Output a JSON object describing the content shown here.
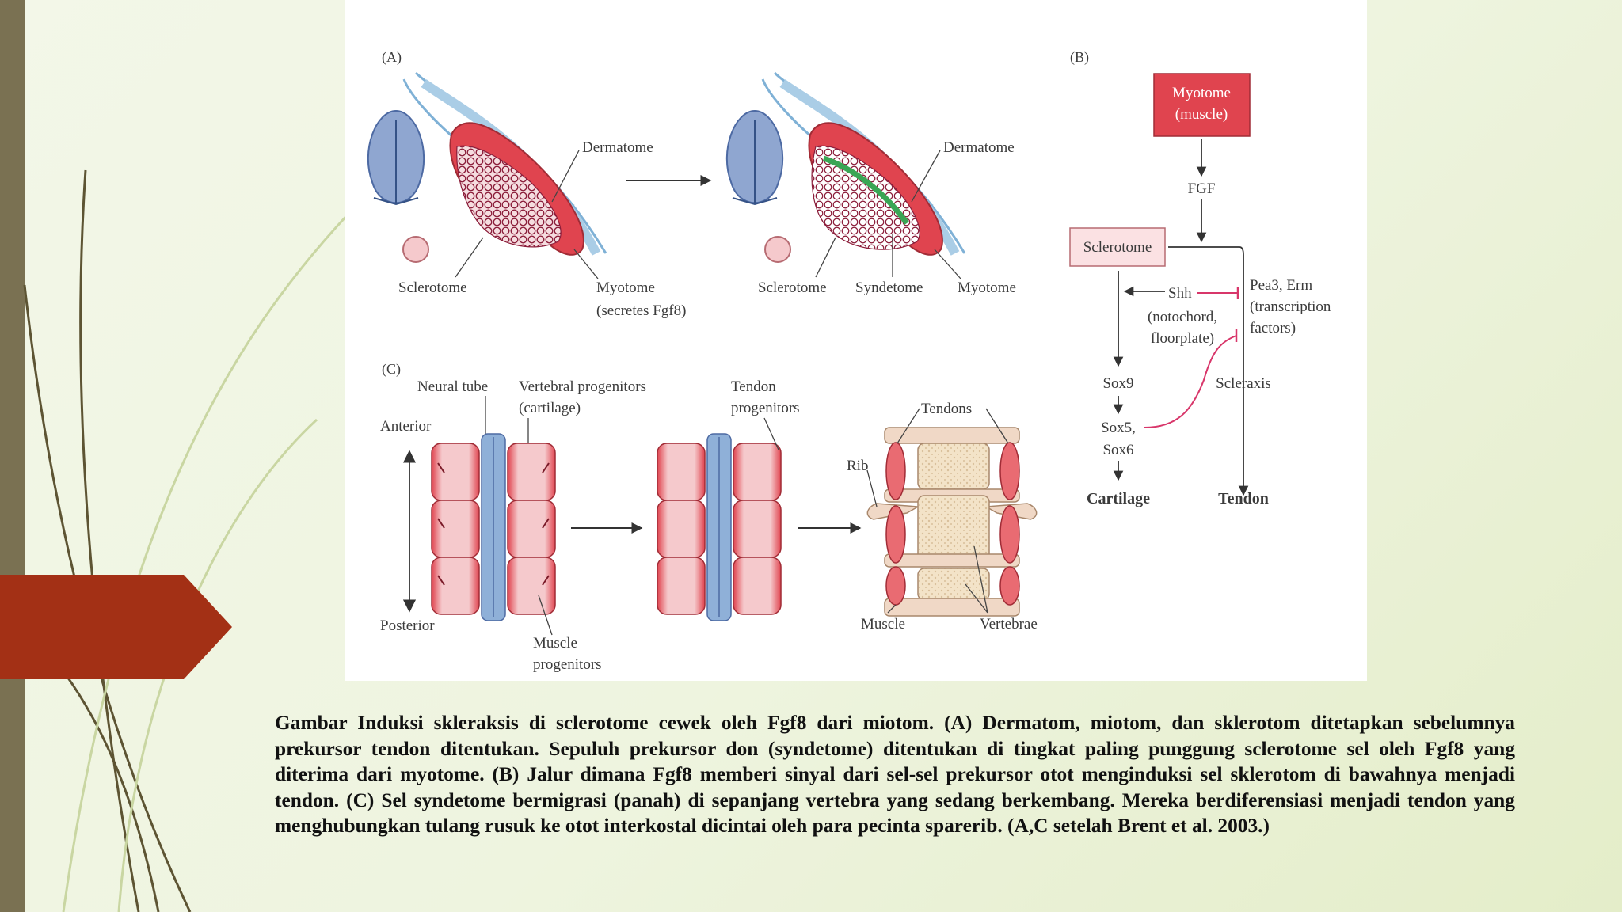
{
  "panels": {
    "a": {
      "panel_label": "(A)",
      "left": {
        "dermatome": "Dermatome",
        "sclerotome": "Sclerotome",
        "myotome_line1": "Myotome",
        "myotome_line2": "(secretes Fgf8)"
      },
      "right": {
        "dermatome": "Dermatome",
        "sclerotome": "Sclerotome",
        "syndetome": "Syndetome",
        "myotome": "Myotome"
      }
    },
    "b": {
      "panel_label": "(B)",
      "myotome_line1": "Myotome",
      "myotome_line2": "(muscle)",
      "fgf": "FGF",
      "sclerotome": "Sclerotome",
      "shh": "Shh",
      "notochord_line1": "(notochord,",
      "notochord_line2": "floorplate)",
      "pea3_line1": "Pea3, Erm",
      "pea3_line2": "(transcription",
      "pea3_line3": "factors)",
      "sox9": "Sox9",
      "scleraxis": "Scleraxis",
      "sox56_line1": "Sox5,",
      "sox56_line2": "Sox6",
      "cartilage": "Cartilage",
      "tendon": "Tendon"
    },
    "c": {
      "panel_label": "(C)",
      "neural_tube": "Neural tube",
      "vertebral_line1": "Vertebral progenitors",
      "vertebral_line2": "(cartilage)",
      "tendon_prog_line1": "Tendon",
      "tendon_prog_line2": "progenitors",
      "anterior": "Anterior",
      "posterior": "Posterior",
      "muscle_prog_line1": "Muscle",
      "muscle_prog_line2": "progenitors",
      "tendons": "Tendons",
      "rib": "Rib",
      "muscle": "Muscle",
      "vertebrae": "Vertebrae"
    }
  },
  "caption": "Gambar Induksi skleraksis di sclerotome cewek oleh Fgf8 dari miotom. (A) Dermatom, miotom, dan sklerotom ditetapkan sebelumnya prekursor tendon ditentukan. Sepuluh prekursor don (syndetome) ditentukan di tingkat paling punggung sclerotome sel oleh Fgf8 yang diterima dari myotome. (B) Jalur dimana Fgf8 memberi sinyal dari sel-sel prekursor otot menginduksi sel sklerotom di bawahnya menjadi tendon. (C) Sel syndetome bermigrasi (panah) di sepanjang vertebra yang sedang berkembang. Mereka berdiferensiasi menjadi tendon yang menghubungkan tulang rusuk ke otot interkostal dicintai oleh para pecinta sparerib. (A,C setelah Brent et al. 2003.)",
  "colors": {
    "slide_bg": "#eef4df",
    "left_bar": "#7a7152",
    "red_tag": "#a33015",
    "myotome_red": "#e0444f",
    "neural_blue": "#8fa6d0",
    "dermatome_blue": "#aacde6",
    "syndetome_green": "#3aa655",
    "inhibit_pink": "#d8366a"
  }
}
